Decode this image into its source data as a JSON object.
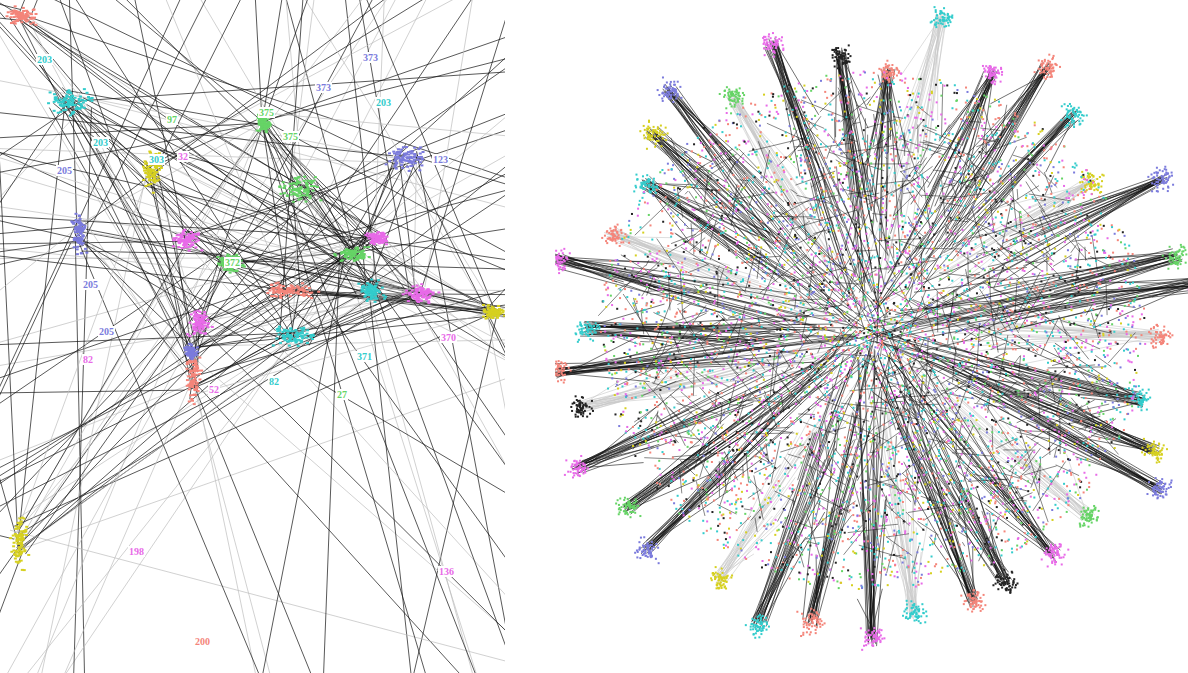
{
  "diagram": {
    "labels": [
      "373",
      "373",
      "203",
      "203",
      "303",
      "97",
      "32",
      "205",
      "205",
      "205",
      "375",
      "375",
      "123",
      "372",
      "371",
      "370",
      "27",
      "82",
      "82",
      "52",
      "136",
      "198",
      "200",
      "203"
    ]
  }
}
